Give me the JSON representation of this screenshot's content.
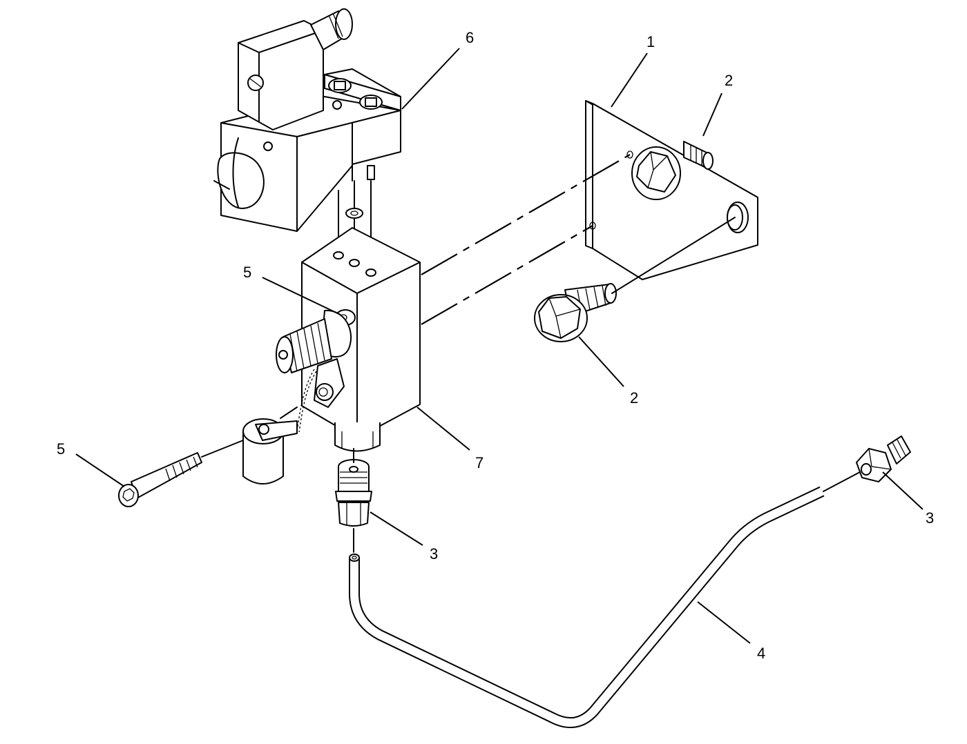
{
  "callouts": [
    {
      "id": "c1",
      "label": "1"
    },
    {
      "id": "c2a",
      "label": "2"
    },
    {
      "id": "c2b",
      "label": "2"
    },
    {
      "id": "c3a",
      "label": "3"
    },
    {
      "id": "c3b",
      "label": "3"
    },
    {
      "id": "c4",
      "label": "4"
    },
    {
      "id": "c5a",
      "label": "5"
    },
    {
      "id": "c5b",
      "label": "5"
    },
    {
      "id": "c6",
      "label": "6"
    },
    {
      "id": "c7",
      "label": "7"
    }
  ]
}
